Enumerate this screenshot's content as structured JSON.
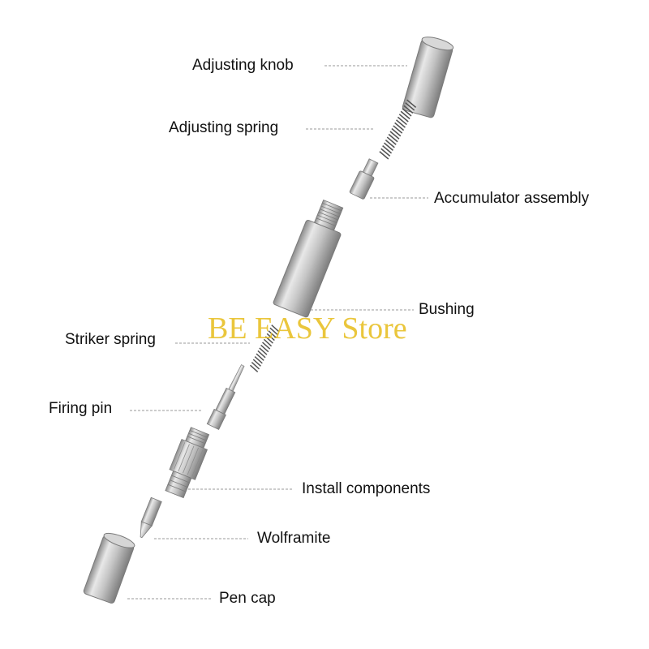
{
  "labels": {
    "adjusting_knob": "Adjusting knob",
    "adjusting_spring": "Adjusting spring",
    "accumulator_assembly": "Accumulator assembly",
    "bushing": "Bushing",
    "striker_spring": "Striker spring",
    "firing_pin": "Firing pin",
    "install_components": "Install components",
    "wolframite": "Wolframite",
    "pen_cap": "Pen cap"
  },
  "watermark": "BE EASY Store",
  "colors": {
    "metal_light": "#e6e6e6",
    "metal_mid": "#bdbdbd",
    "metal_dark": "#8c8c8c",
    "spring": "#555555",
    "leader_line": "#9a9a9a",
    "watermark": "#e9c22c"
  }
}
